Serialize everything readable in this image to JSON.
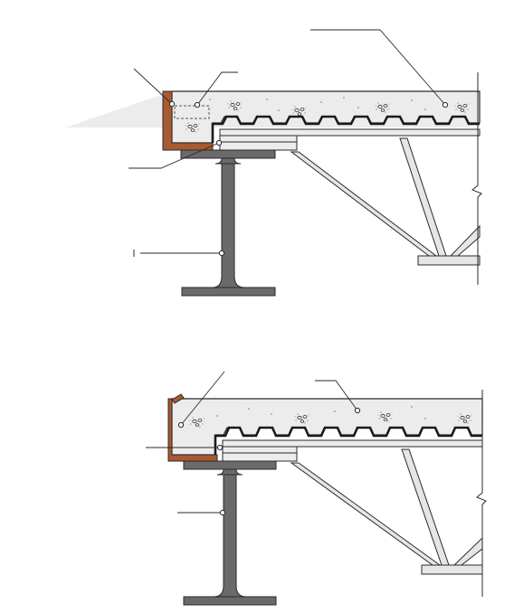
{
  "details": [
    {
      "name": "upper-detail",
      "edge_form": "steel-angle-closure",
      "leader_labels": [
        "",
        "",
        "",
        "",
        "",
        "",
        ""
      ],
      "has_plug_weld_box": true
    },
    {
      "name": "lower-detail",
      "edge_form": "bent-plate-closure",
      "leader_labels": [
        "",
        "",
        "",
        "",
        ""
      ],
      "has_plug_weld_box": false
    }
  ],
  "colors": {
    "steel_gray": "#6a6a6a",
    "closure_brown": "#a85a30",
    "concrete_fill": "#ececec",
    "line": "#2a2a2a",
    "web_member": "#e6e6e6"
  },
  "icons": [
    "break-line-icon",
    "leader-dot-icon",
    "aggregate-pattern-icon"
  ]
}
